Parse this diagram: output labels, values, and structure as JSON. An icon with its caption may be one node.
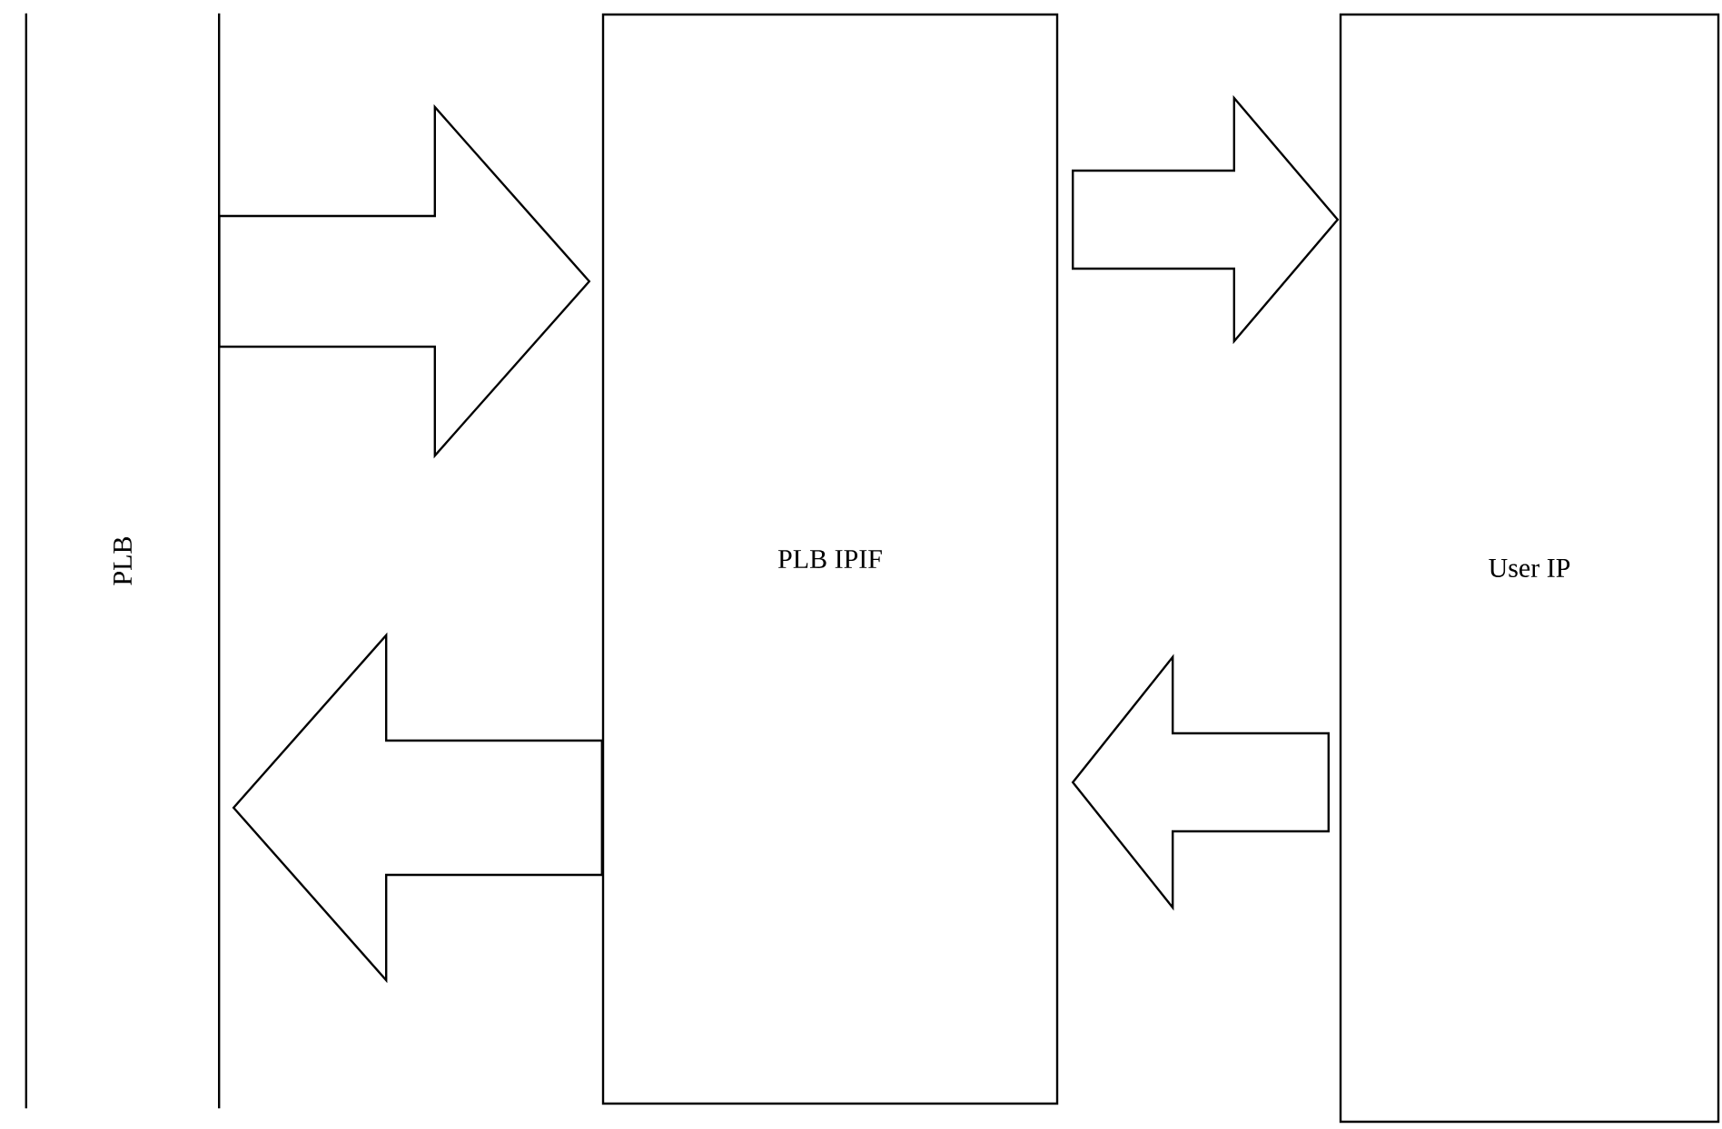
{
  "diagram": {
    "nodes": [
      {
        "text": [
          "PLB"
        ]
      },
      {
        "text": [
          "PLB IPIF"
        ]
      },
      {
        "text": [
          "User IP"
        ]
      }
    ],
    "edges": [
      {
        "from": 0,
        "to": 1,
        "arrow": "to"
      },
      {
        "from": 1,
        "to": 0,
        "arrow": "to"
      },
      {
        "from": 1,
        "to": 2,
        "arrow": "to"
      },
      {
        "from": 2,
        "to": 1,
        "arrow": "to"
      }
    ]
  }
}
